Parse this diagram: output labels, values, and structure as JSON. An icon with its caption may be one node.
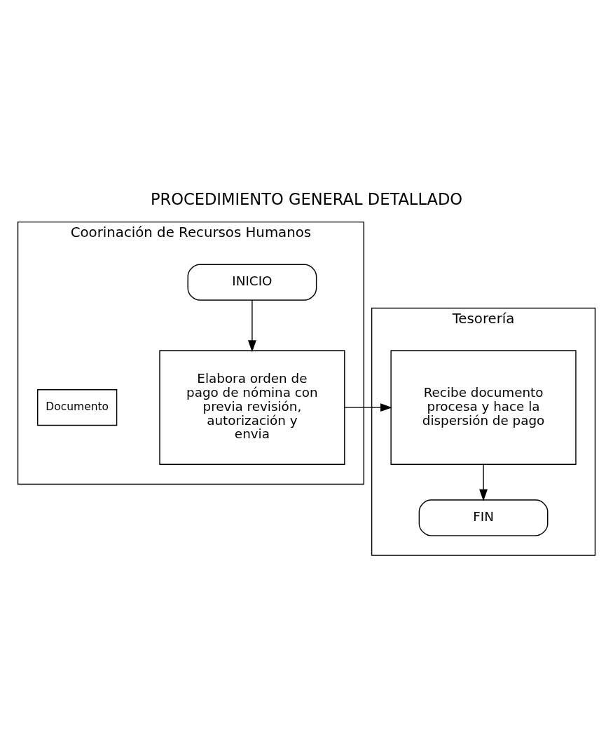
{
  "diagram": {
    "title": "PROCEDIMIENTO GENERAL DETALLADO",
    "nodes": [
      {
        "text": [
          "Coorinación de Recursos Humanos"
        ]
      },
      {
        "text": [
          "Tesorería"
        ]
      },
      {
        "text": [
          "INICIO"
        ],
        "in": 0
      },
      {
        "text": [
          "Elabora orden de pago de nómina con previa revisión, autorización y envia"
        ],
        "in": 0
      },
      {
        "text": [
          "Documento"
        ],
        "in": 0
      },
      {
        "text": [
          "Recibe documento procesa y hace la dispersión de pago"
        ],
        "in": 1
      },
      {
        "text": [
          "FIN"
        ],
        "in": 1
      }
    ],
    "edges": [
      {
        "from": 2,
        "to": 3,
        "arrow": "to"
      },
      {
        "from": 3,
        "to": 5,
        "arrow": "to"
      },
      {
        "from": 5,
        "to": 6,
        "arrow": "to"
      }
    ]
  }
}
